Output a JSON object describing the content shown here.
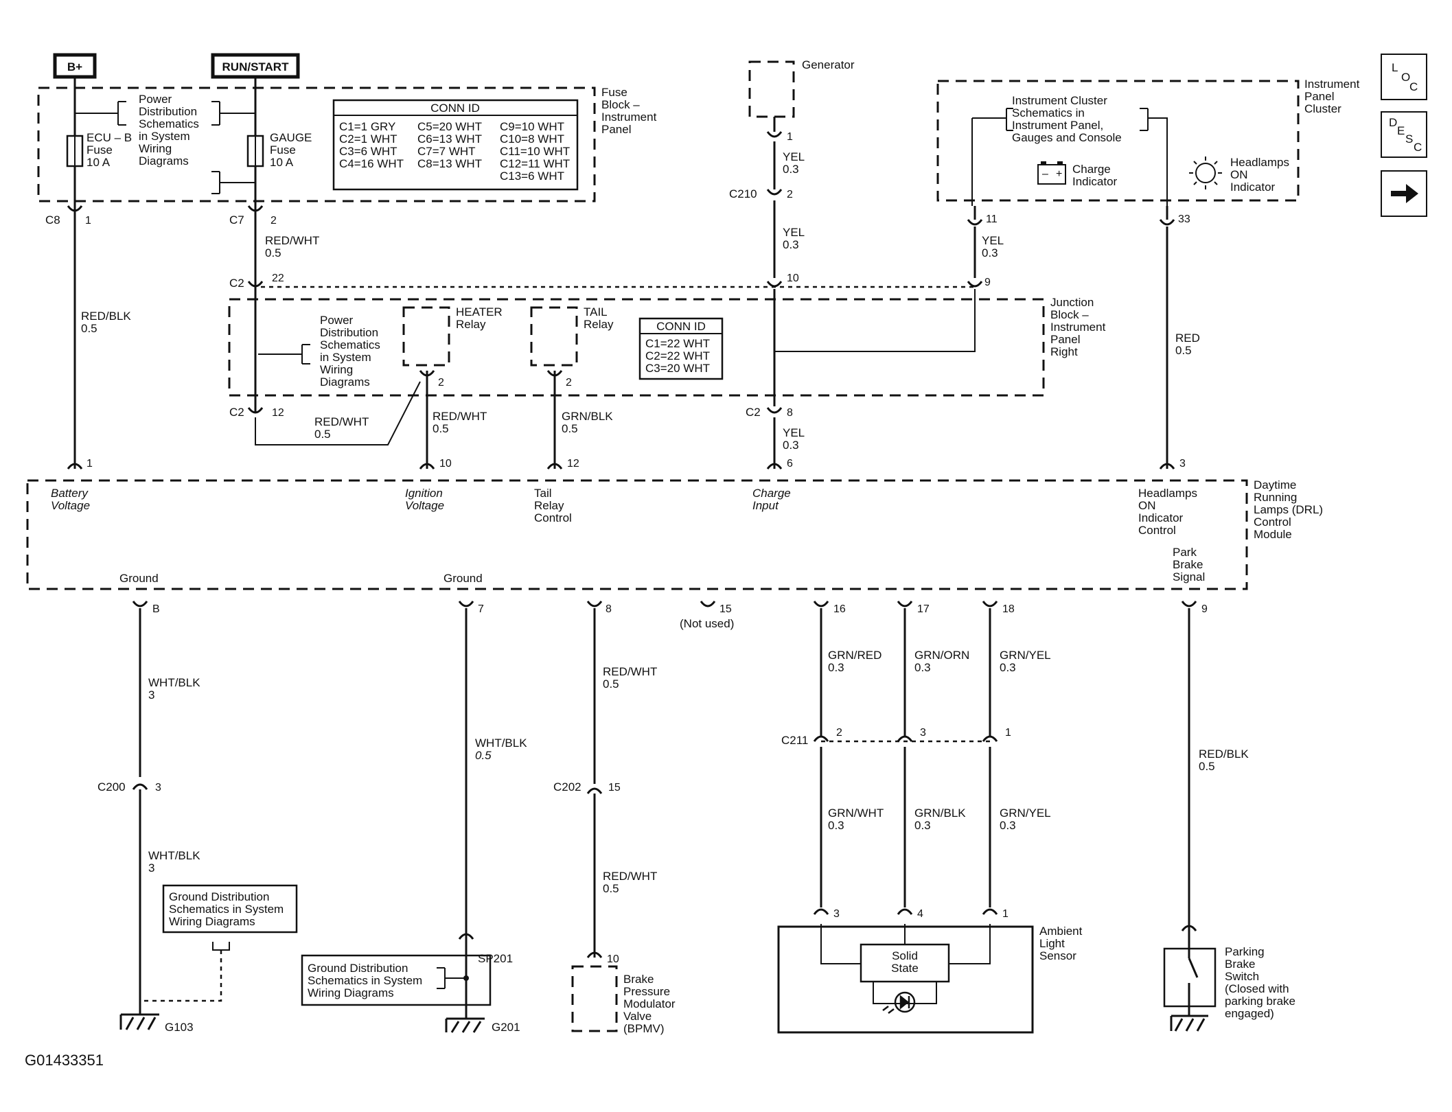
{
  "nav": {
    "loc": [
      "L",
      "O",
      "C"
    ],
    "desc": [
      "D",
      "E",
      "S",
      "C"
    ],
    "next_icon": "arrow-right-icon"
  },
  "power": {
    "bplus": "B+",
    "runstart": "RUN/START"
  },
  "fuse_block": {
    "title": [
      "Fuse",
      "Block –",
      "Instrument",
      "Panel"
    ],
    "power_dist": [
      "Power",
      "Distribution",
      "Schematics",
      "in System",
      "Wiring",
      "Diagrams"
    ],
    "ecu_fuse": [
      "ECU – B",
      "Fuse",
      "10 A"
    ],
    "gauge_fuse": [
      "GAUGE",
      "Fuse",
      "10 A"
    ],
    "conn_id": {
      "title": "CONN ID",
      "col1": [
        "C1=1 GRY",
        "C2=1 WHT",
        "C3=6 WHT",
        "C4=16 WHT"
      ],
      "col2": [
        "C5=20 WHT",
        "C6=13 WHT",
        "C7=7 WHT",
        "C8=13 WHT"
      ],
      "col3": [
        "C9=10 WHT",
        "C10=8 WHT",
        "C11=10 WHT",
        "C12=11 WHT",
        "C13=6 WHT"
      ]
    }
  },
  "junction_block": {
    "title": [
      "Junction",
      "Block –",
      "Instrument",
      "Panel",
      "Right"
    ],
    "power_dist": [
      "Power",
      "Distribution",
      "Schematics",
      "in System",
      "Wiring",
      "Diagrams"
    ],
    "heater_relay": [
      "HEATER",
      "Relay"
    ],
    "tail_relay": [
      "TAIL",
      "Relay"
    ],
    "conn_id": {
      "title": "CONN ID",
      "rows": [
        "C1=22 WHT",
        "C2=22 WHT",
        "C3=20 WHT"
      ]
    }
  },
  "generator": "Generator",
  "cluster": {
    "title": [
      "Instrument",
      "Panel",
      "Cluster"
    ],
    "schematics": [
      "Instrument Cluster",
      "Schematics in",
      "Instrument Panel,",
      "Gauges and Console"
    ],
    "charge_indicator": [
      "Charge",
      "Indicator"
    ],
    "headlamps_indicator": [
      "Headlamps",
      "ON",
      "Indicator"
    ]
  },
  "drl": {
    "title": [
      "Daytime",
      "Running",
      "Lamps (DRL)",
      "Control",
      "Module"
    ],
    "battery_voltage": [
      "Battery",
      "Voltage"
    ],
    "ignition_voltage": [
      "Ignition",
      "Voltage"
    ],
    "tail_relay_control": [
      "Tail",
      "Relay",
      "Control"
    ],
    "charge_input": [
      "Charge",
      "Input"
    ],
    "headlamps_control": [
      "Headlamps",
      "ON",
      "Indicator",
      "Control"
    ],
    "park_brake_signal": [
      "Park",
      "Brake",
      "Signal"
    ],
    "ground1": "Ground",
    "ground2": "Ground",
    "not_used": "(Not used)"
  },
  "connectors": {
    "c8": "C8",
    "c7": "C7",
    "c2": "C2",
    "c210": "C210",
    "c211": "C211",
    "c200": "C200",
    "c202": "C202",
    "sp201": "SP201",
    "g103": "G103",
    "g201": "G201"
  },
  "pins": {
    "c8_1": "1",
    "c7_2": "2",
    "gen_1": "1",
    "c210_2": "2",
    "clu_11": "11",
    "clu_33": "33",
    "c2_22": "22",
    "c2_10": "10",
    "c2_9": "9",
    "heater_2": "2",
    "tail_2": "2",
    "c2_12": "12",
    "c2_8": "8",
    "drl_1": "1",
    "drl_10": "10",
    "drl_12": "12",
    "drl_6": "6",
    "drl_3": "3",
    "drl_b": "B",
    "drl_7": "7",
    "drl_8": "8",
    "drl_15": "15",
    "drl_16": "16",
    "drl_17": "17",
    "drl_18": "18",
    "drl_9": "9",
    "c200_3": "3",
    "c202_15": "15",
    "c211_2": "2",
    "c211_3": "3",
    "c211_1": "1",
    "bpmv_10": "10",
    "als_3": "3",
    "als_4": "4",
    "als_1": "1"
  },
  "wires": {
    "red_blk_05": [
      "RED/BLK",
      "0.5"
    ],
    "red_wht_05_a": [
      "RED/WHT",
      "0.5"
    ],
    "red_wht_05_b": [
      "RED/WHT",
      "0.5"
    ],
    "red_wht_05_c": [
      "RED/WHT",
      "0.5"
    ],
    "grn_blk_05": [
      "GRN/BLK",
      "0.5"
    ],
    "yel_03_a": [
      "YEL",
      "0.3"
    ],
    "yel_03_b": [
      "YEL",
      "0.3"
    ],
    "yel_03_c": [
      "YEL",
      "0.3"
    ],
    "yel_03_d": [
      "YEL",
      "0.3"
    ],
    "red_05": [
      "RED",
      "0.5"
    ],
    "wht_blk_3_a": [
      "WHT/BLK",
      "3"
    ],
    "wht_blk_3_b": [
      "WHT/BLK",
      "3"
    ],
    "wht_blk_05": [
      "WHT/BLK",
      "0.5"
    ],
    "red_wht_05_d": [
      "RED/WHT",
      "0.5"
    ],
    "red_wht_05_e": [
      "RED/WHT",
      "0.5"
    ],
    "grn_red_03": [
      "GRN/RED",
      "0.3"
    ],
    "grn_orn_03": [
      "GRN/ORN",
      "0.3"
    ],
    "grn_yel_03_a": [
      "GRN/YEL",
      "0.3"
    ],
    "grn_wht_03": [
      "GRN/WHT",
      "0.3"
    ],
    "grn_blk_03": [
      "GRN/BLK",
      "0.3"
    ],
    "grn_yel_03_b": [
      "GRN/YEL",
      "0.3"
    ],
    "red_blk_05_b": [
      "RED/BLK",
      "0.5"
    ]
  },
  "ground_dist": {
    "left": [
      "Ground Distribution",
      "Schematics in System",
      "Wiring Diagrams"
    ],
    "right": [
      "Ground Distribution",
      "Schematics in System",
      "Wiring Diagrams"
    ]
  },
  "bpmv": [
    "Brake",
    "Pressure",
    "Modulator",
    "Valve",
    "(BPMV)"
  ],
  "ambient": {
    "title": [
      "Ambient",
      "Light",
      "Sensor"
    ],
    "solid_state": [
      "Solid",
      "State"
    ]
  },
  "parking_switch": [
    "Parking",
    "Brake",
    "Switch",
    "(Closed with",
    "parking brake",
    "engaged)"
  ],
  "figure_code": "G01433351"
}
